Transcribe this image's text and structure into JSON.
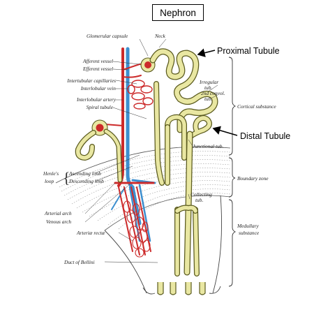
{
  "title": "Nephron",
  "callouts": {
    "proximal": "Proximal Tubule",
    "distal": "Distal Tubule"
  },
  "labels": {
    "glomerular_capsule": "Glomerular capsule",
    "neck": "Neck",
    "afferent": "Afferent vessel",
    "efferent": "Efferent vessel",
    "intertubular": "Intertubular capillaries",
    "interlobular_vein": "Interlobular vein",
    "interlobular_artery": "Interlobular artery",
    "spiral": "Spiral tubule",
    "irregular_1": "Irregular",
    "irregular_2": "tub.",
    "second_convol_1": "2nd convol.",
    "second_convol_2": "tub.",
    "cortical": "Cortical substance",
    "junctional": "Junctional tub.",
    "henle_1": "Henle's",
    "henle_2": "loop",
    "ascending": "Ascending limb",
    "descending": "Descending limb",
    "boundary": "Boundary zone",
    "collecting_1": "Collecting",
    "collecting_2": "tub.",
    "arterial_arch": "Arterial arch",
    "venous_arch": "Venous arch",
    "medullary_1": "Medullary",
    "medullary_2": "substance",
    "arteriae_rectae": "Arteriæ rectæ",
    "duct_bellini": "Duct of Bellini"
  },
  "colors": {
    "tubule_fill": "#e9e7a2",
    "tubule_edge": "#5a5a1e",
    "artery": "#cc2a2a",
    "vein": "#3d8fcf",
    "ink": "#222222"
  },
  "icons": {
    "proximal_arrow": "arrow-left-icon",
    "distal_arrow": "arrow-left-icon"
  }
}
